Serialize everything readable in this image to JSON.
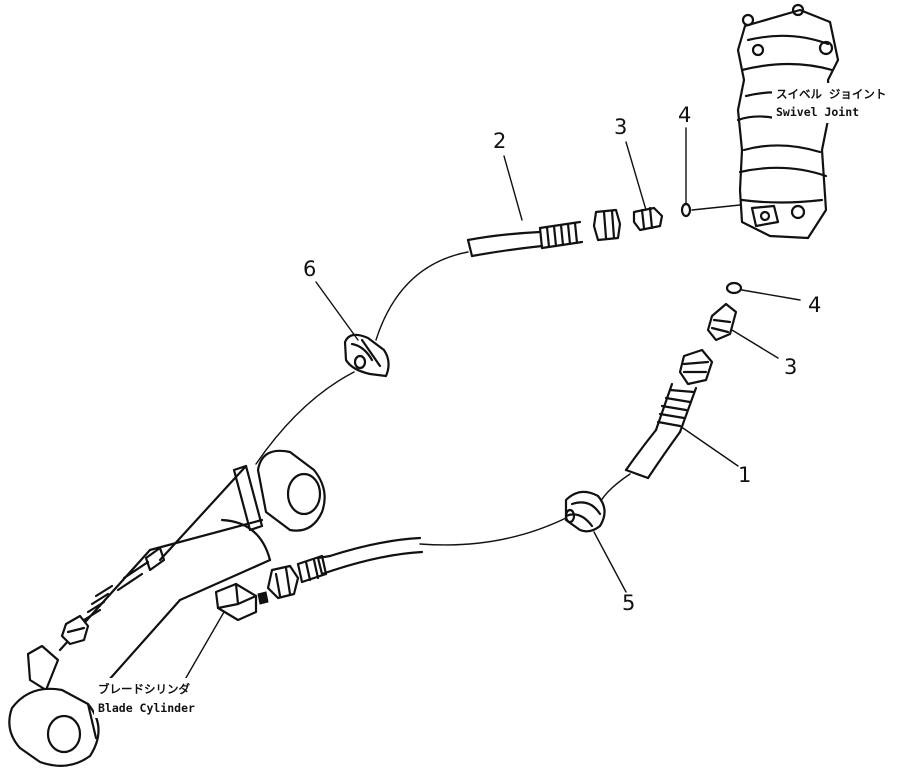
{
  "callouts": {
    "p1": "1",
    "p2": "2",
    "p3a": "3",
    "p3b": "3",
    "p4a": "4",
    "p4b": "4",
    "p5": "5",
    "p6": "6"
  },
  "labels": {
    "swivel_jp": "スイベル ジョイント",
    "swivel_en": "Swivel Joint",
    "blade_jp": "ブレードシリンダ",
    "blade_en": "Blade Cylinder"
  }
}
